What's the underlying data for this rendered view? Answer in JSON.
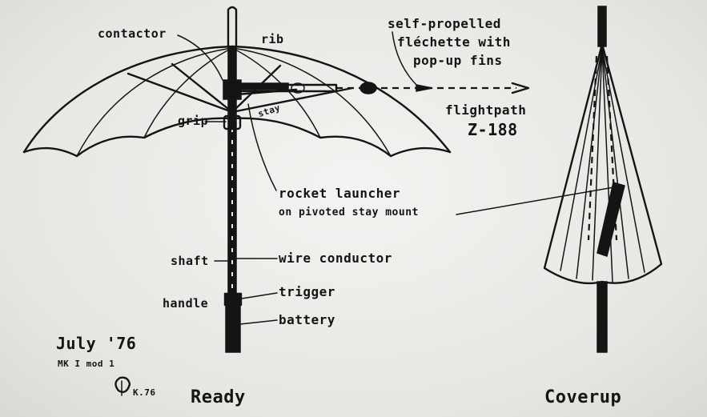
{
  "labels": {
    "contactor": "contactor",
    "rib": "rib",
    "fleche_1": "self-propelled",
    "fleche_2": "fléchette with",
    "fleche_3": "pop-up fins",
    "flightpath": "flightpath",
    "range": "Z-188",
    "grip": "grip",
    "stay": "stay",
    "launcher_1": "rocket launcher",
    "launcher_2": "on pivoted stay mount",
    "shaft": "shaft",
    "wire": "wire conductor",
    "trigger": "trigger",
    "handle": "handle",
    "battery": "battery",
    "date": "July '76",
    "model": "MK I mod 1",
    "initials": "K.76",
    "ready": "Ready",
    "coverup": "Coverup"
  }
}
